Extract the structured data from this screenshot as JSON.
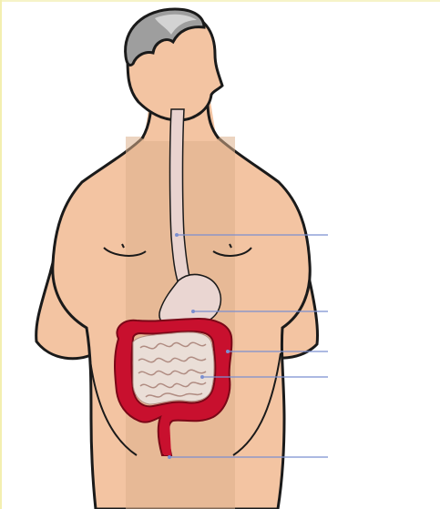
{
  "diagram": {
    "colors": {
      "skin": "#f3c4a2",
      "skin_shade": "#e9b48e",
      "torso_band": "#dcb18d",
      "outline": "#1a1a1a",
      "hair": "#9e9e9e",
      "hair_light": "#d8d8d8",
      "esophagus": "#e9d3cf",
      "stomach": "#ead6d2",
      "small_intestine": "#eaded7",
      "small_intestine_lines": "#b08c82",
      "large_intestine": "#c8102e",
      "large_intestine_dark": "#7a0717",
      "pointer_line": "#7b8fd0",
      "frame": "#f3efb0"
    },
    "labels": [
      {
        "id": "esophagus",
        "text": ""
      },
      {
        "id": "stomach",
        "text": ""
      },
      {
        "id": "large-intestine",
        "text": ""
      },
      {
        "id": "small-intestine",
        "text": ""
      },
      {
        "id": "rectum",
        "text": ""
      }
    ]
  }
}
